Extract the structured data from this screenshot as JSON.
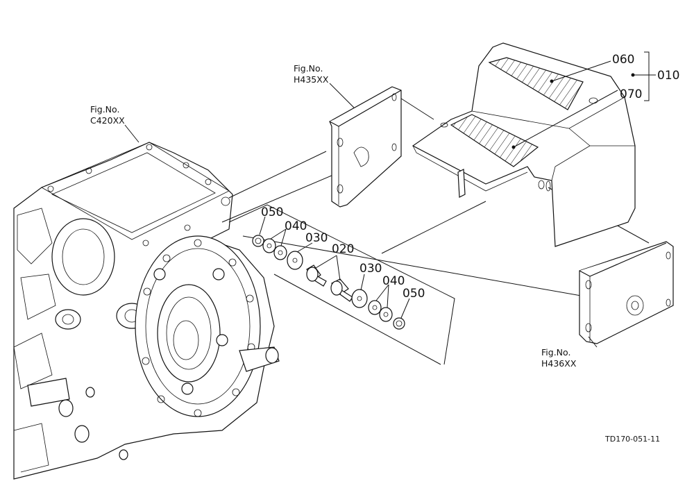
{
  "labels": {
    "part_060": "060",
    "part_070": "070",
    "part_010": "010",
    "part_050_left": "050",
    "part_040_left": "040",
    "part_030_left": "030",
    "part_020": "020",
    "part_030_right": "030",
    "part_040_right": "040",
    "part_050_right": "050"
  },
  "figure_refs": {
    "h435_line1": "Fig.No.",
    "h435_line2": "H435XX",
    "c420_line1": "Fig.No.",
    "c420_line2": "C420XX",
    "h436_line1": "Fig.No.",
    "h436_line2": "H436XX"
  },
  "drawing_code": "TD170-051-11"
}
